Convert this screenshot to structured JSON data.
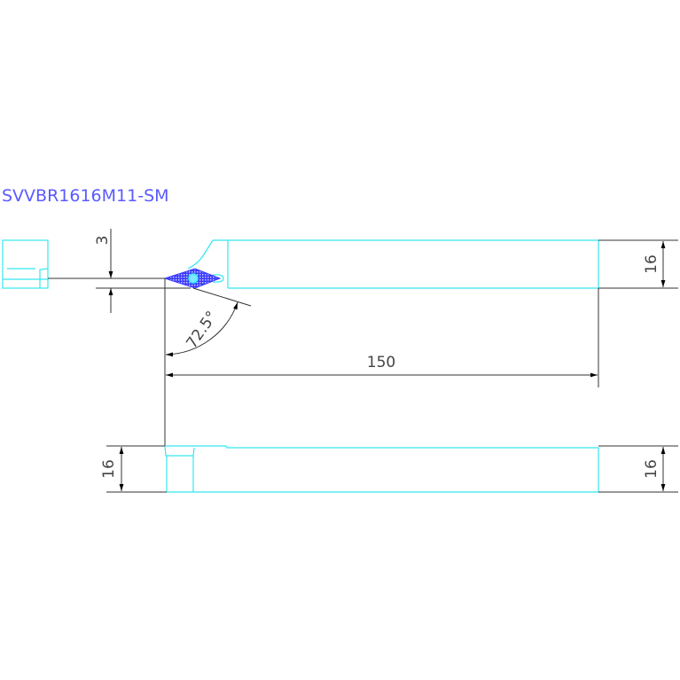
{
  "title": "SVVBR1616M11-SM",
  "dimensions": {
    "cutting_offset": "3",
    "shank_height_top": "16",
    "approach_angle": "72.5°",
    "length": "150",
    "shank_width_left": "16",
    "shank_width_right": "16"
  },
  "colors": {
    "outline": "#33e8f0",
    "insert": "#3a3aff",
    "title": "#5a5aff",
    "dimension": "#333333"
  }
}
